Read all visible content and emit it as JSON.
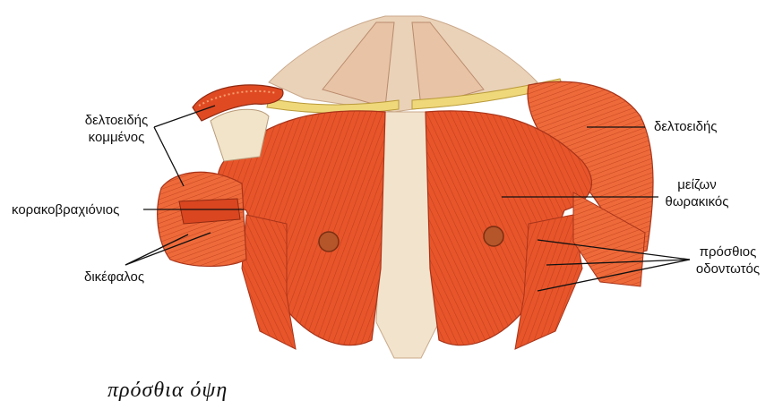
{
  "labels": {
    "deltoid_cut_line1": "δελτοειδής",
    "deltoid_cut_line2": "κομμένος",
    "coracobrachialis": "κορακοβραχιόνιος",
    "biceps": "δικέφαλος",
    "deltoid_right": "δελτοειδής",
    "pec_major_line1": "μείζων",
    "pec_major_line2": "θωρακικός",
    "serratus_line1": "πρόσθιος",
    "serratus_line2": "οδοντωτός"
  },
  "caption": "πρόσθια όψη",
  "colors": {
    "muscle": "#e8552a",
    "muscle_dark": "#b8361a",
    "muscle_light": "#f58a55",
    "tendon": "#f3e3c8",
    "skin_neck": "#e9cbb0",
    "bone": "#f0e2b0",
    "line": "#111111"
  }
}
